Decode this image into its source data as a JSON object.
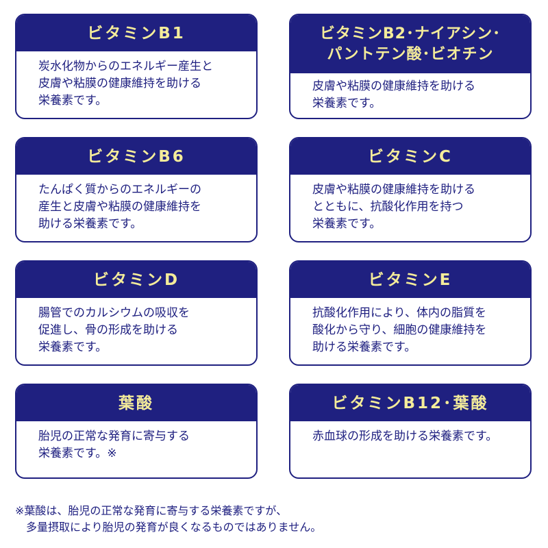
{
  "colors": {
    "navy": "#1f2080",
    "header_text": "#f4ec9a",
    "background": "#ffffff"
  },
  "cards": [
    {
      "title": "ビタミンB1",
      "body": "炭水化物からのエネルギー産生と\n皮膚や粘膜の健康維持を助ける\n栄養素です。"
    },
    {
      "title_lines": [
        "ビタミンB2･ナイアシン･",
        "パントテン酸･ビオチン"
      ],
      "body": "皮膚や粘膜の健康維持を助ける\n栄養素です。"
    },
    {
      "title": "ビタミンB6",
      "body": "たんぱく質からのエネルギーの\n産生と皮膚や粘膜の健康維持を\n助ける栄養素です。"
    },
    {
      "title": "ビタミンC",
      "body": "皮膚や粘膜の健康維持を助ける\nとともに、抗酸化作用を持つ\n栄養素です。"
    },
    {
      "title": "ビタミンD",
      "body": "腸管でのカルシウムの吸収を\n促進し、骨の形成を助ける\n栄養素です。"
    },
    {
      "title": "ビタミンE",
      "body": "抗酸化作用により、体内の脂質を\n酸化から守り、細胞の健康維持を\n助ける栄養素です。"
    },
    {
      "title": "葉酸",
      "body": "胎児の正常な発育に寄与する\n栄養素です。※"
    },
    {
      "title": "ビタミンB12･葉酸",
      "body": "赤血球の形成を助ける栄養素です。"
    }
  ],
  "footnote": "※葉酸は、胎児の正常な発育に寄与する栄養素ですが、\n　多量摂取により胎児の発育が良くなるものではありません。"
}
